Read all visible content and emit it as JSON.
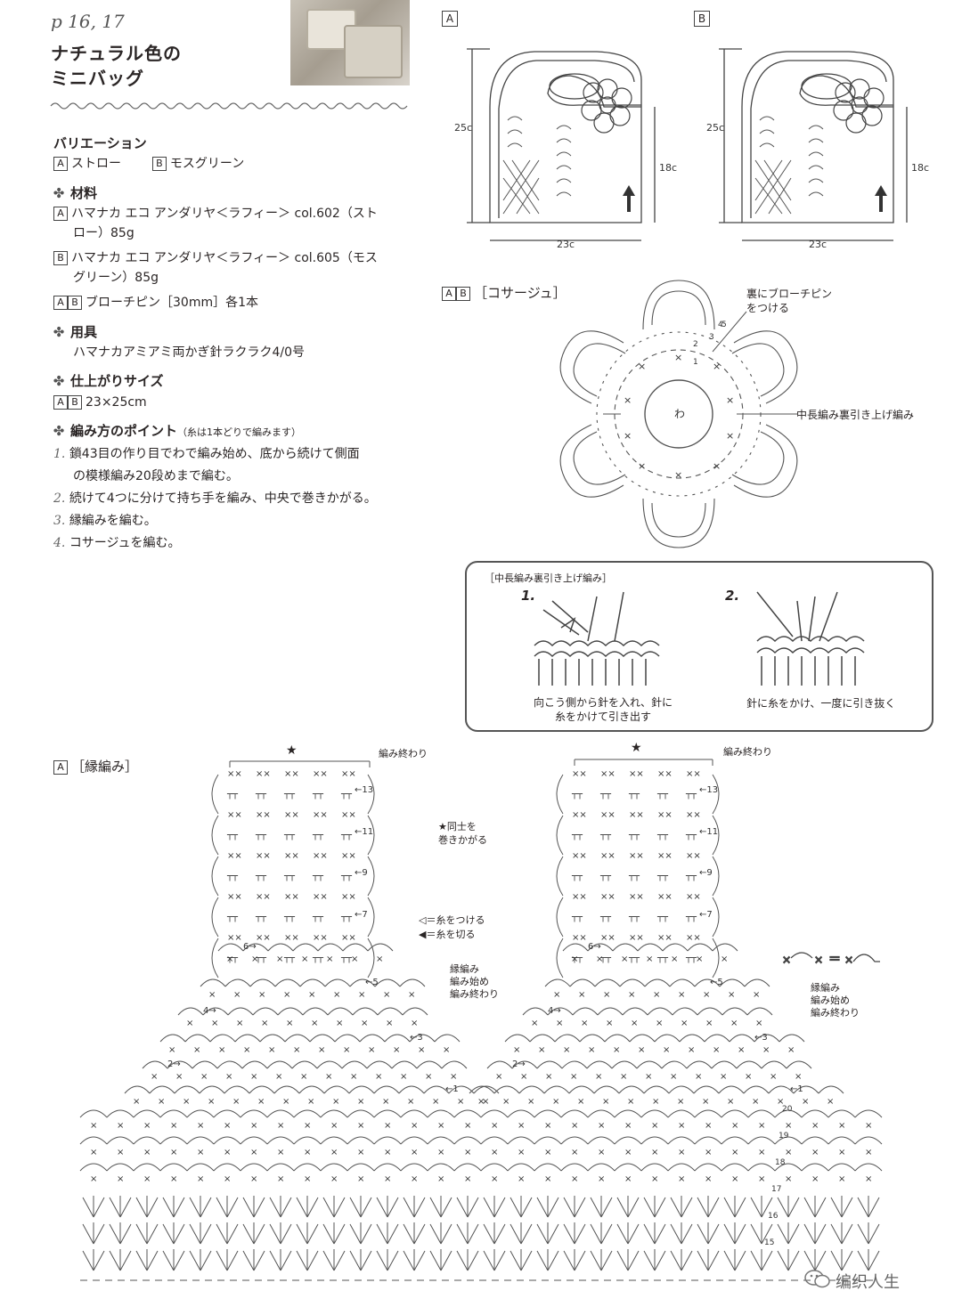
{
  "header": {
    "page_ref": "p 16, 17",
    "title_line1": "ナチュラル色の",
    "title_line2": "ミニバッグ"
  },
  "variation": {
    "heading": "バリエーション",
    "a_label": "A",
    "a_text": "ストロー",
    "b_label": "B",
    "b_text": "モスグリーン"
  },
  "materials": {
    "heading": "材料",
    "a_line1": "ハマナカ エコ アンダリヤ＜ラフィー＞ col.602（スト",
    "a_line2": "ロー）85g",
    "b_line1": "ハマナカ エコ アンダリヤ＜ラフィー＞ col.605（モス",
    "b_line2": "グリーン）85g",
    "ab_text": "ブローチピン［30mm］各1本"
  },
  "tools": {
    "heading": "用具",
    "text": "ハマナカアミアミ両かぎ針ラクラク4/0号"
  },
  "size": {
    "heading": "仕上がりサイズ",
    "text": "23×25cm"
  },
  "points": {
    "heading": "編み方のポイント",
    "note": "（糸は1本どりで編みます）",
    "items": [
      {
        "num": "1.",
        "line1": "鎖43目の作り目でわで編み始め、底から続けて側面",
        "line2": "の模様編み20段めまで編む。"
      },
      {
        "num": "2.",
        "line1": "続けて4つに分けて持ち手を編み、中央で巻きかがる。",
        "line2": ""
      },
      {
        "num": "3.",
        "line1": "縁編みを編む。",
        "line2": ""
      },
      {
        "num": "4.",
        "line1": "コサージュを編む。",
        "line2": ""
      }
    ]
  },
  "bag_diagrams": {
    "a_label": "A",
    "b_label": "B",
    "height_total": "25c",
    "height_body": "18c",
    "width": "23c"
  },
  "corsage": {
    "label": "［コサージュ］",
    "ring_label": "わ",
    "pin_note_line1": "裏にブローチピン",
    "pin_note_line2": "をつける",
    "stitch_note": "中長編み裏引き上げ編み",
    "round_numbers": [
      "1",
      "2",
      "3",
      "4",
      "5"
    ]
  },
  "technique": {
    "title": "［中長編み裏引き上げ編み］",
    "step1_num": "1.",
    "step1_line1": "向こう側から針を入れ、針に",
    "step1_line2": "糸をかけて引き出す",
    "step2_num": "2.",
    "step2_line1": "針に糸をかけ、一度に引き抜く"
  },
  "edging": {
    "label": "［縁編み］",
    "star": "★",
    "end_label": "編み終わり",
    "star_note_line1": "★同士を",
    "star_note_line2": "巻きかがる",
    "attach_note": "＝糸をつける",
    "cut_note": "＝糸を切る",
    "edge_label": "縁編み",
    "edge_start": "編み始め",
    "edge_end": "編み終わり",
    "row_labels": [
      "13",
      "11",
      "9",
      "7",
      "6",
      "5",
      "4",
      "3",
      "2",
      "1"
    ],
    "body_rows": [
      "20",
      "19",
      "18",
      "17",
      "16",
      "15"
    ]
  },
  "watermark": {
    "text": "编织人生"
  }
}
